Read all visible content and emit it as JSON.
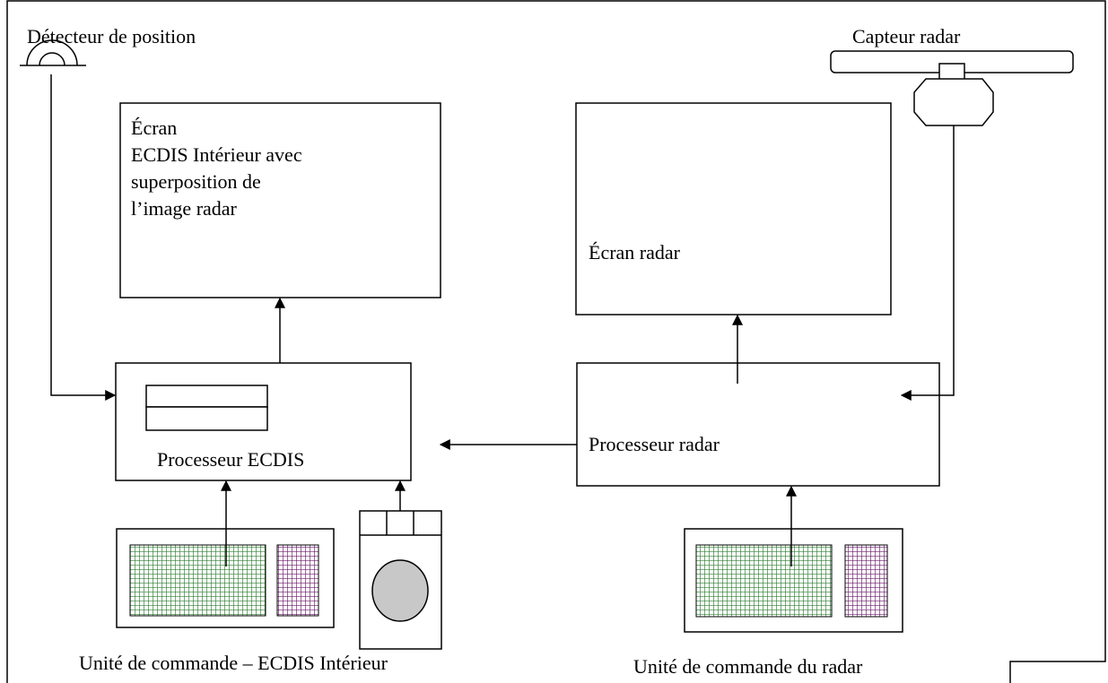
{
  "sensors": {
    "position_detector": "Détecteur de position",
    "radar_sensor": "Capteur radar"
  },
  "displays": {
    "inland_ecdis_screen": {
      "lines": [
        "Écran",
        "ECDIS Intérieur avec",
        "superposition de",
        "l’image radar"
      ]
    },
    "radar_screen": "Écran radar"
  },
  "processors": {
    "ecdis_processor": "Processeur ECDIS",
    "radar_processor": "Processeur radar"
  },
  "control_units": {
    "ecdis_control_unit": "Unité de commande – ECDIS Intérieur",
    "radar_control_unit": "Unité de commande du radar"
  },
  "colors": {
    "stroke": "#000000",
    "keyboard_grid_green": "#2e7d32",
    "keypad_grid_purple": "#6a1b6a",
    "trackball_fill": "#c8c8c8"
  }
}
